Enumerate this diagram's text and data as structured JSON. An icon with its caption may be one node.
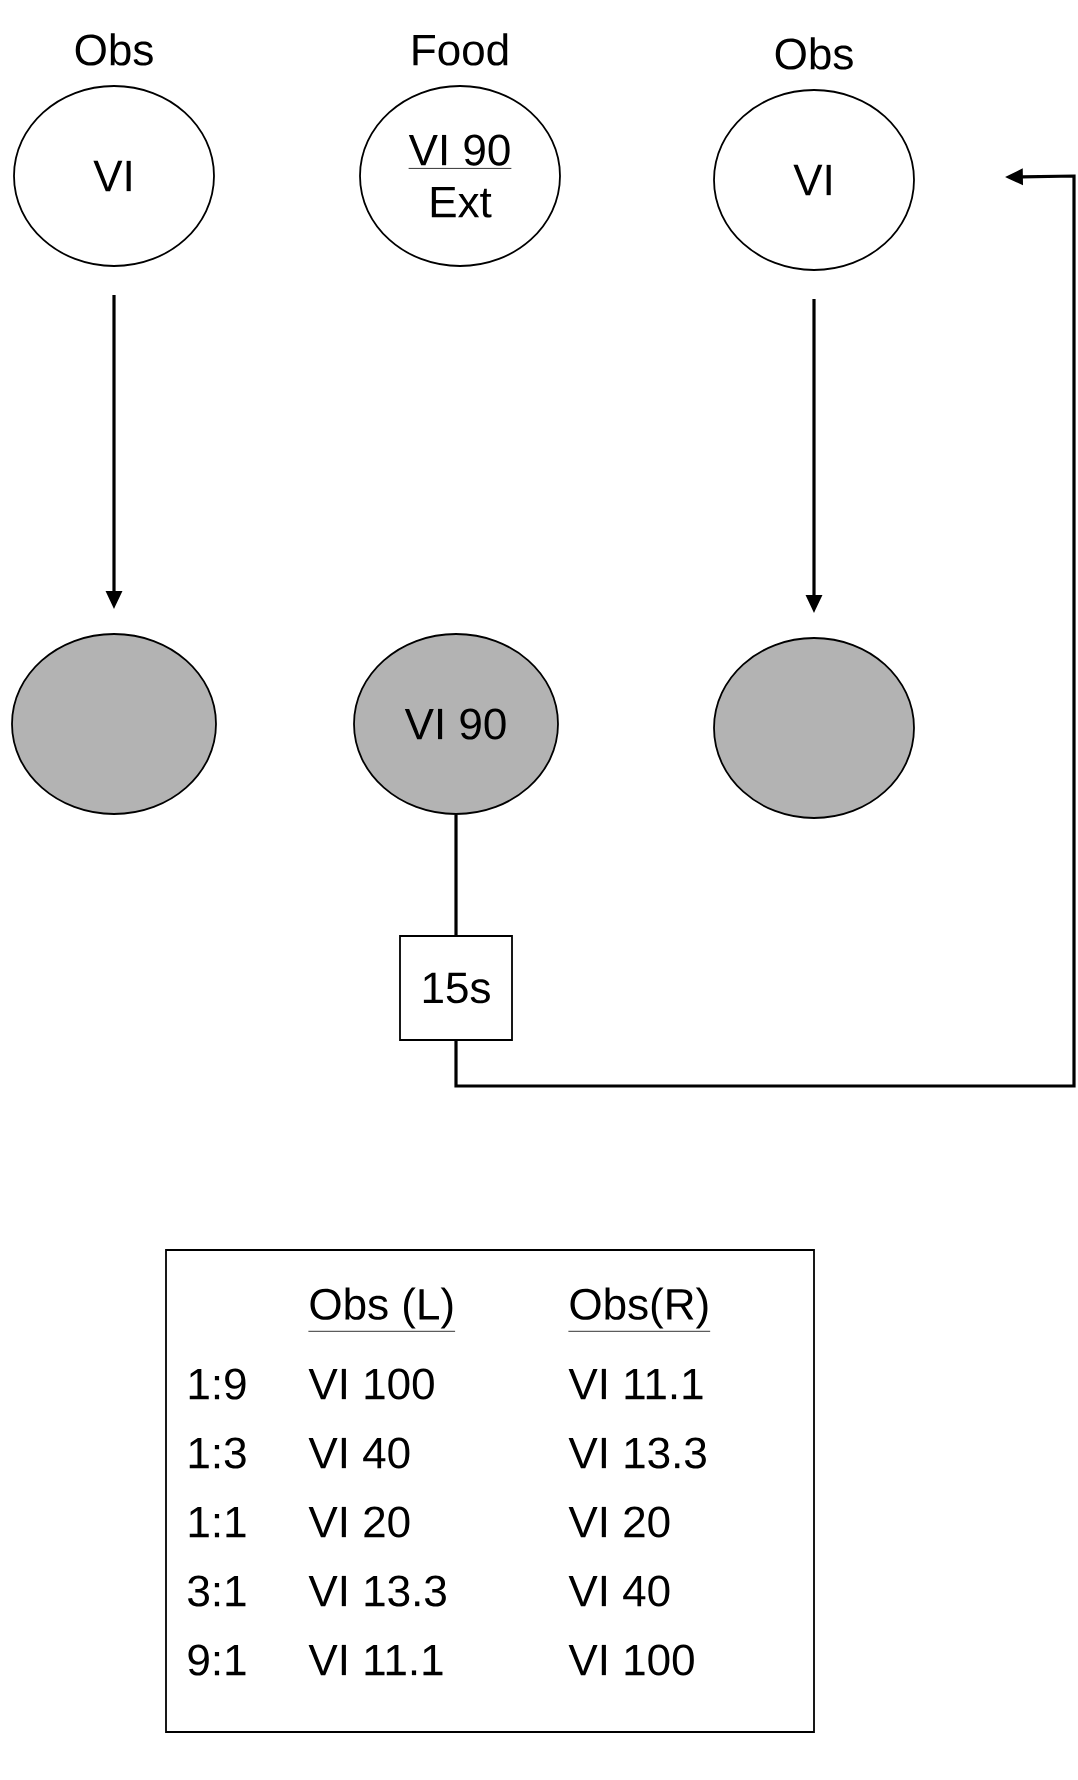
{
  "diagram": {
    "nodes": [
      {
        "text": [
          "Obs",
          "VI"
        ]
      },
      {
        "text": [
          "Food",
          "VI 90",
          "Ext"
        ]
      },
      {
        "text": [
          "Obs",
          "VI"
        ]
      },
      {
        "text": [],
        "shape": "circle"
      },
      {
        "text": [
          "VI 90"
        ]
      },
      {
        "text": [],
        "shape": "circle"
      },
      {
        "text": [
          "15s"
        ]
      }
    ],
    "edges": [
      {
        "from": 0,
        "to": 3,
        "arrow": "to"
      },
      {
        "from": 2,
        "to": 5,
        "arrow": "to"
      },
      {
        "from": 4,
        "to": 6,
        "arrow": "none"
      },
      {
        "from": 6,
        "to": 2,
        "arrow": "to"
      }
    ],
    "labels": [
      "Obs (L)",
      "Obs(R)",
      "1:9",
      "VI 100",
      "VI 11.1",
      "1:3",
      "VI 40",
      "VI 13.3",
      "1:1",
      "VI 20",
      "VI 20",
      "3:1",
      "VI 13.3",
      "VI 40",
      "9:1",
      "VI 11.1",
      "VI 100"
    ]
  }
}
